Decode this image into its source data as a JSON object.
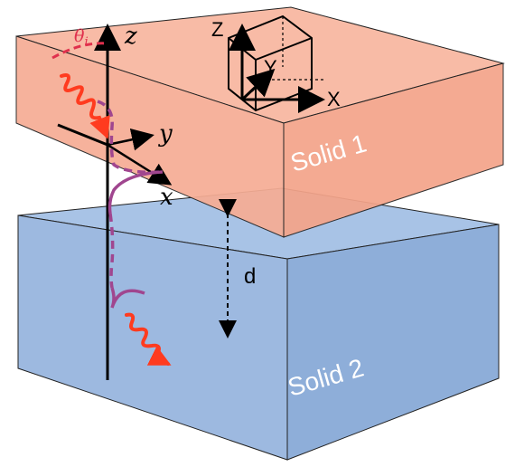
{
  "solids": {
    "top_label": "Solid 1",
    "bottom_label": "Solid 2"
  },
  "axes": {
    "z": "z",
    "y": "y",
    "x": "x"
  },
  "angle_label": "θ",
  "angle_subscript": "i",
  "cube_axes": {
    "Z": "Z",
    "Y": "Y",
    "X": "X"
  },
  "gap_label": "d",
  "colors": {
    "solid1_top": "#f6b39c",
    "solid1_side": "#f4a48a",
    "solid2_top": "#a8c3e6",
    "solid2_side": "#98b6df",
    "wave": "#ff3b1f",
    "evanescent": "#a0468f",
    "angle": "#e0304d"
  }
}
